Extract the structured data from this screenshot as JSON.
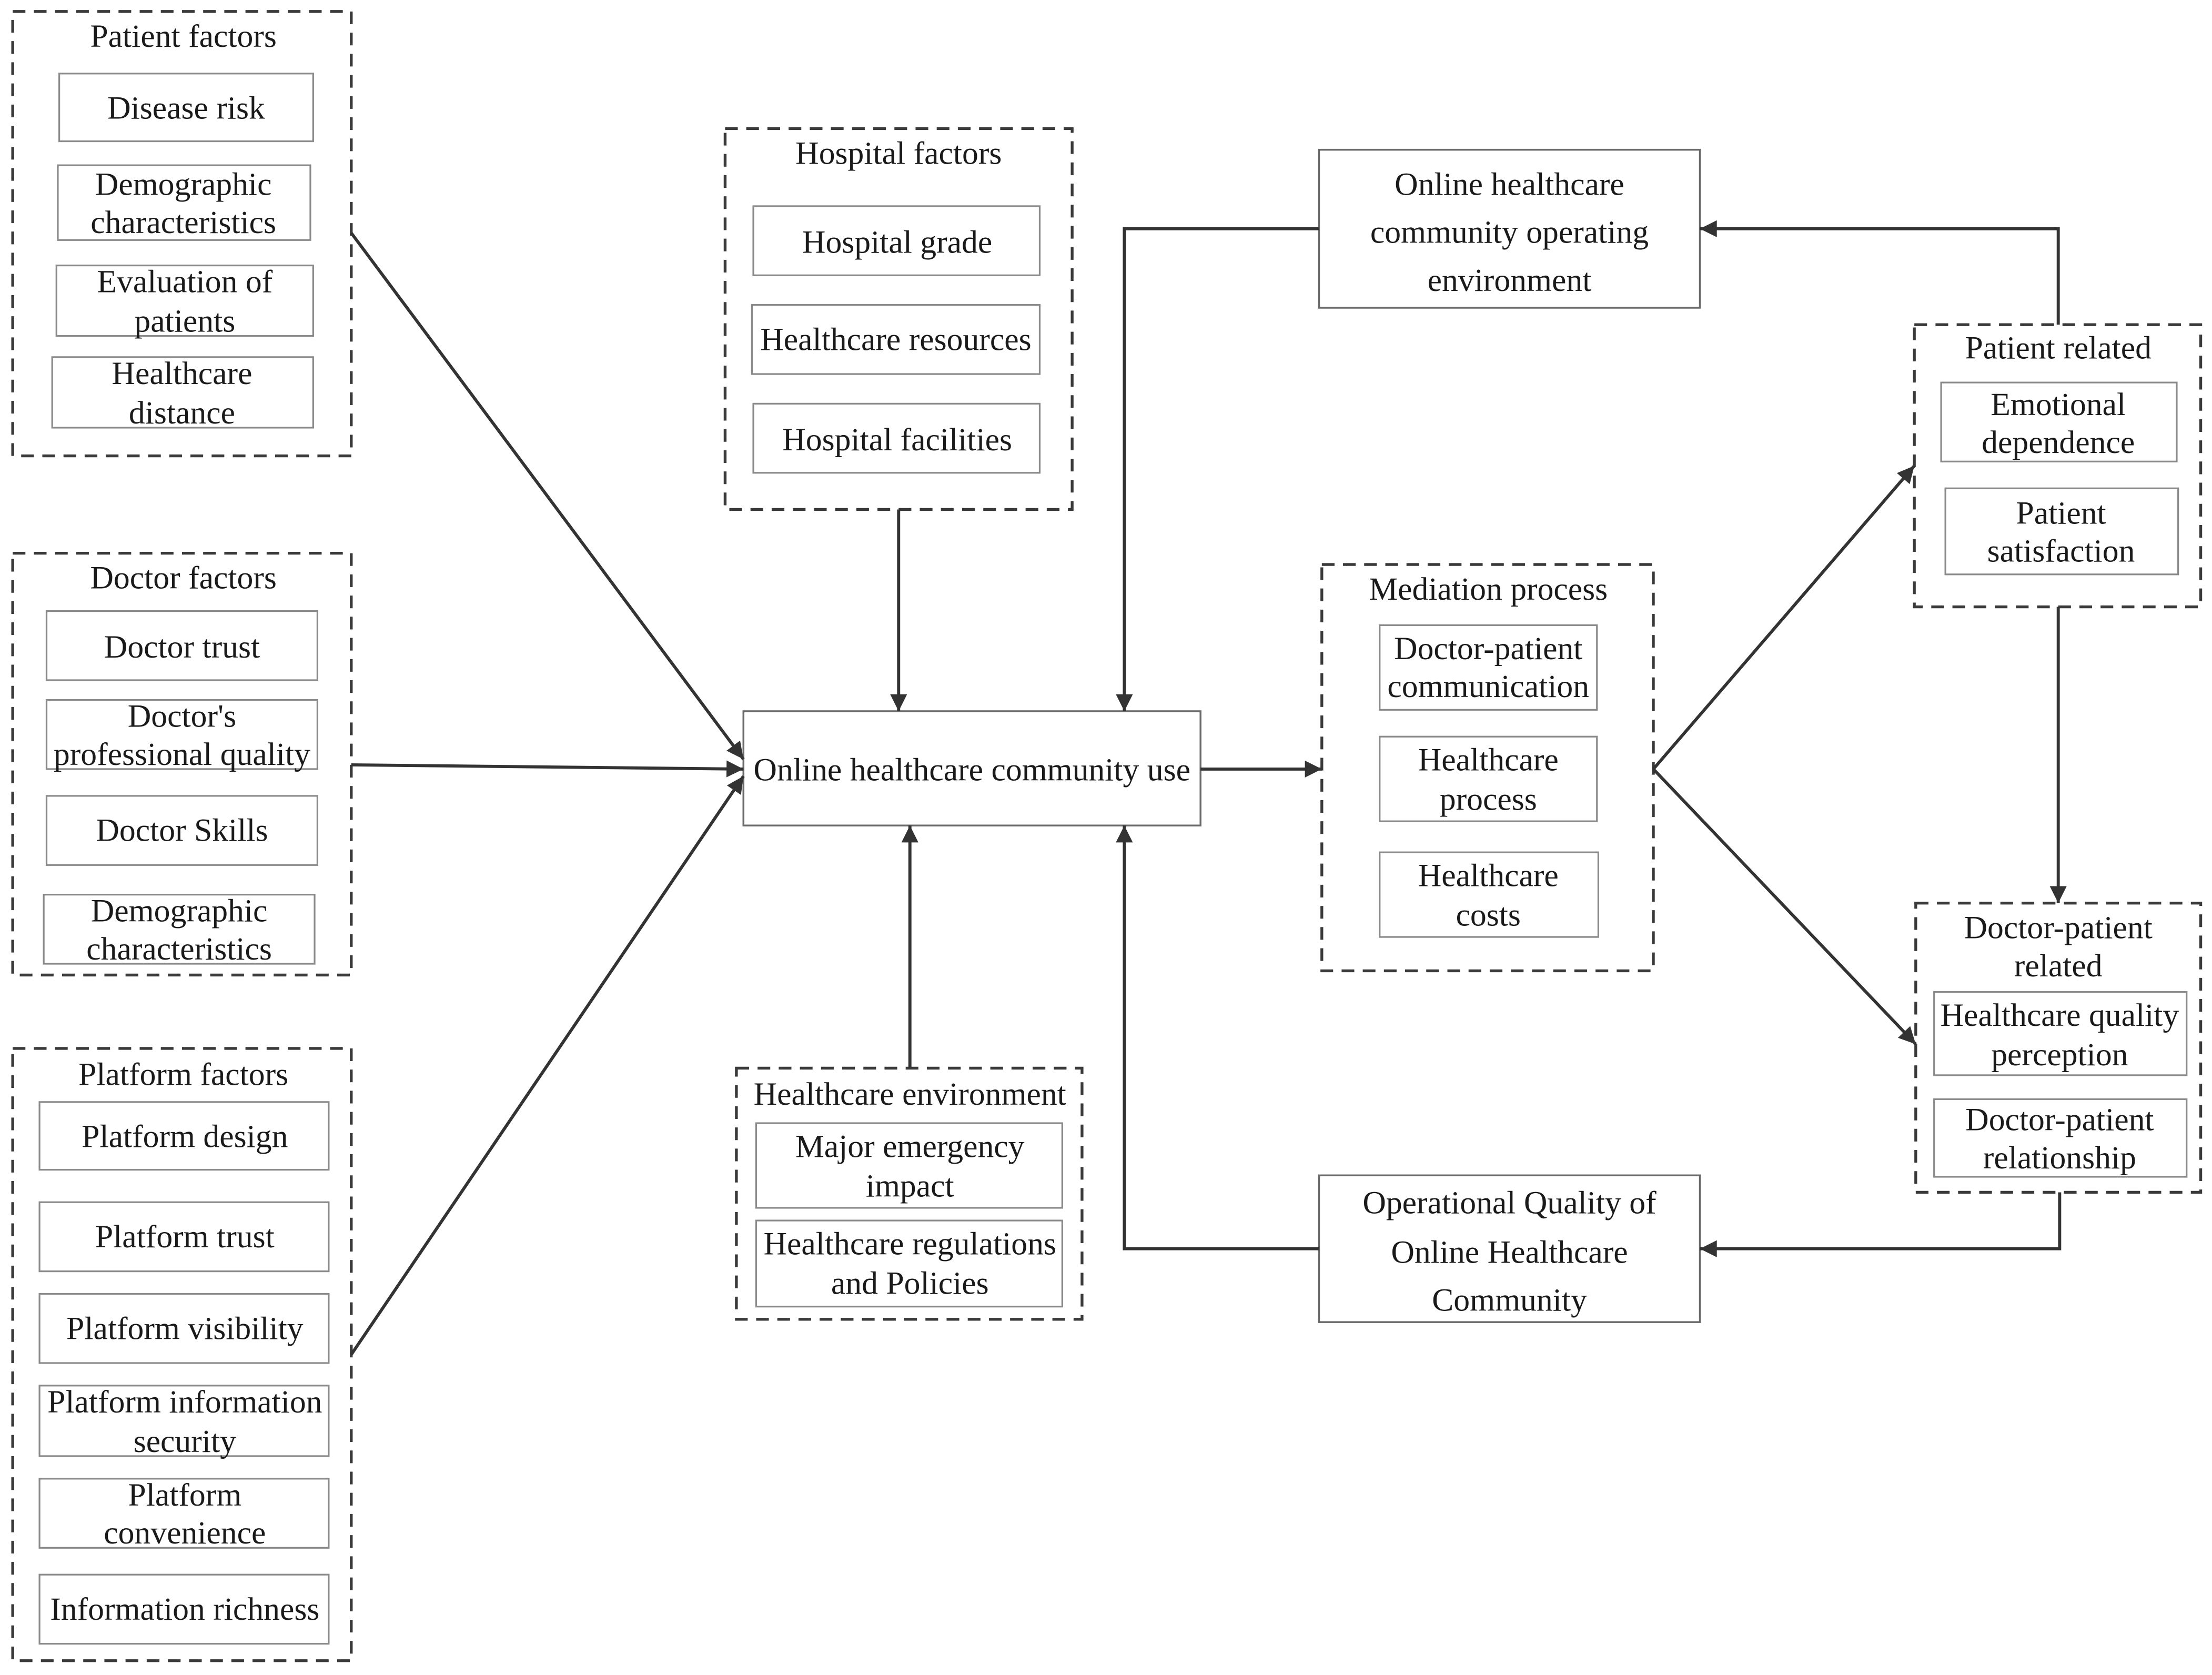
{
  "patient_factors": {
    "title": "Patient factors",
    "items": [
      [
        "Disease risk"
      ],
      [
        "Demographic",
        "characteristics"
      ],
      [
        "Evaluation of",
        "patients"
      ],
      [
        "Healthcare",
        "distance"
      ]
    ]
  },
  "doctor_factors": {
    "title": "Doctor factors",
    "items": [
      [
        "Doctor trust"
      ],
      [
        "Doctor's",
        "professional quality"
      ],
      [
        "Doctor Skills"
      ],
      [
        "Demographic",
        "characteristics"
      ]
    ]
  },
  "platform_factors": {
    "title": "Platform factors",
    "items": [
      [
        "Platform design"
      ],
      [
        "Platform trust"
      ],
      [
        "Platform visibility"
      ],
      [
        "Platform information",
        "security"
      ],
      [
        "Platform",
        "convenience"
      ],
      [
        "Information richness"
      ]
    ]
  },
  "hospital_factors": {
    "title": "Hospital factors",
    "items": [
      [
        "Hospital grade"
      ],
      [
        "Healthcare resources"
      ],
      [
        "Hospital facilities"
      ]
    ]
  },
  "healthcare_environment": {
    "title": "Healthcare environment",
    "items": [
      [
        "Major emergency",
        "impact"
      ],
      [
        "Healthcare regulations",
        "and Policies"
      ]
    ]
  },
  "center": [
    "Online healthcare community use"
  ],
  "operating_environment": [
    "Online healthcare",
    "community operating",
    "environment"
  ],
  "mediation_process": {
    "title": "Mediation process",
    "items": [
      [
        "Doctor-patient",
        "communication"
      ],
      [
        "Healthcare",
        "process"
      ],
      [
        "Healthcare",
        "costs"
      ]
    ]
  },
  "patient_related": {
    "title": "Patient related",
    "items": [
      [
        "Emotional",
        "dependence"
      ],
      [
        "Patient",
        "satisfaction"
      ]
    ]
  },
  "doctor_patient_related": {
    "title": [
      "Doctor-patient",
      "related"
    ],
    "items": [
      [
        "Healthcare quality",
        "perception"
      ],
      [
        "Doctor-patient",
        "relationship"
      ]
    ]
  },
  "operational_quality": [
    "Operational Quality of",
    "Online Healthcare",
    "Community"
  ],
  "colors": {
    "line": "#333333",
    "dash": "#3a3a3a",
    "box": "#8a8a8a",
    "text": "#1a1a1a",
    "bg": "#ffffff"
  }
}
